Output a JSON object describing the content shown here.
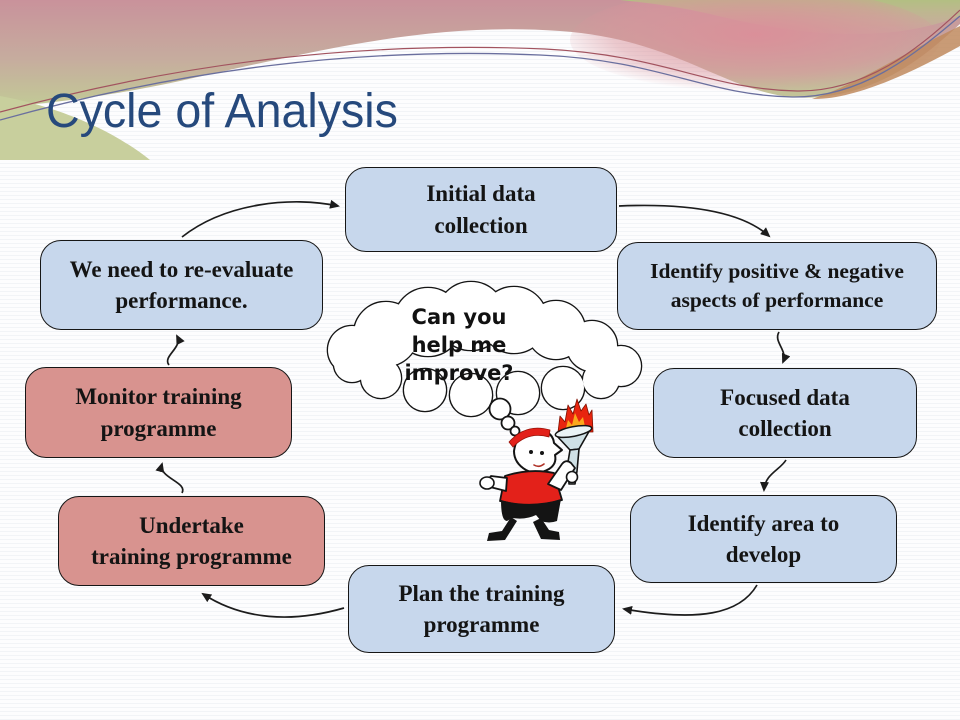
{
  "slide": {
    "title": "Cycle of Analysis"
  },
  "theme": {
    "title_color": "#26497C",
    "blue_box_fill": "#C7D7EC",
    "pink_box_fill": "#D8938F",
    "box_border": "#161616",
    "arrow_color": "#1C1C1C",
    "banner_pink": "#C9929B",
    "banner_green": "#C2CA96",
    "banner_tan": "#C08A5E",
    "mascot_red": "#E3211A"
  },
  "cycle": {
    "boxes": [
      {
        "id": "initial-data-collection",
        "variant": "blue",
        "label": "Initial data collection",
        "lines": [
          "Initial data",
          "collection"
        ]
      },
      {
        "id": "identify-positive-negative",
        "variant": "blue",
        "label": "Identify positive & negative aspects of performance",
        "lines": [
          "Identify positive & negative",
          "aspects of performance"
        ]
      },
      {
        "id": "focused-data-collection",
        "variant": "blue",
        "label": "Focused data collection",
        "lines": [
          "Focused data",
          "collection"
        ]
      },
      {
        "id": "identify-area-to-develop",
        "variant": "blue",
        "label": "Identify area to develop",
        "lines": [
          "Identify area to",
          "develop"
        ]
      },
      {
        "id": "plan-training-programme",
        "variant": "blue",
        "label": "Plan the training programme",
        "lines": [
          "Plan the training",
          "programme"
        ]
      },
      {
        "id": "undertake-training-programme",
        "variant": "pink",
        "label": "Undertake training programme",
        "lines": [
          "Undertake",
          "training programme"
        ]
      },
      {
        "id": "monitor-training-programme",
        "variant": "pink",
        "label": "Monitor training programme",
        "lines": [
          "Monitor training",
          "programme"
        ]
      },
      {
        "id": "re-evaluate-performance",
        "variant": "blue",
        "label": "We need to re-evaluate performance.",
        "lines": [
          "We need to re-evaluate",
          "performance."
        ]
      }
    ]
  },
  "thought_bubble": {
    "text": "Can you help me improve?",
    "lines": [
      "Can you",
      "help me",
      "improve?"
    ]
  },
  "mascot": {
    "icon": "runner-with-torch-icon"
  }
}
